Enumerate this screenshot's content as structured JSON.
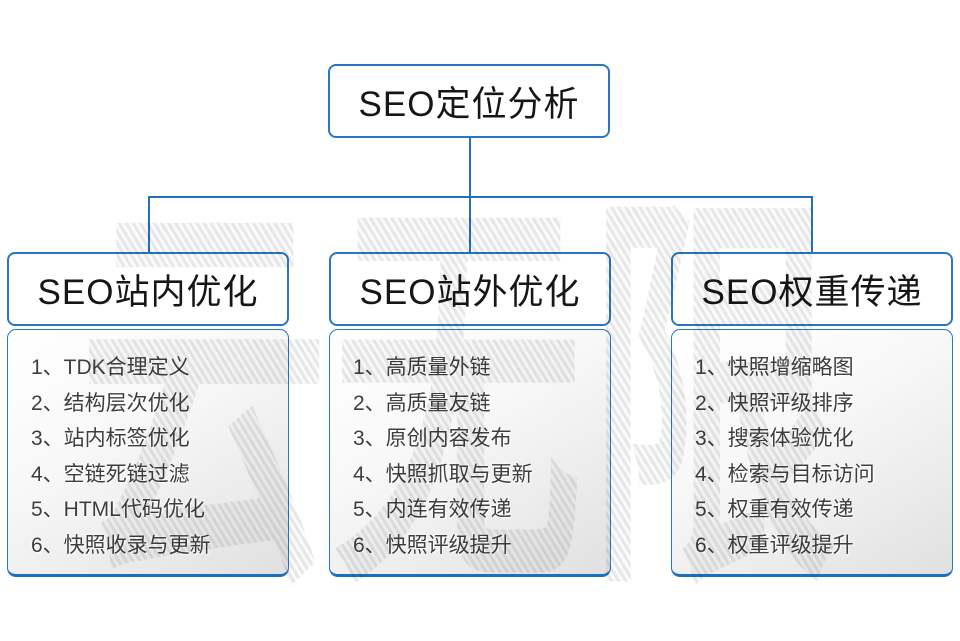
{
  "diagram": {
    "root": {
      "label": "SEO定位分析"
    },
    "columns": [
      {
        "header": "SEO站内优化",
        "items": [
          "1、TDK合理定义",
          "2、结构层次优化",
          "3、站内标签优化",
          "4、空链死链过滤",
          "5、HTML代码优化",
          "6、快照收录与更新"
        ]
      },
      {
        "header": "SEO站外优化",
        "items": [
          "1、高质量外链",
          "2、高质量友链",
          "3、原创内容发布",
          "4、快照抓取与更新",
          "5、内连有效传递",
          "6、快照评级提升"
        ]
      },
      {
        "header": "SEO权重传递",
        "items": [
          "1、快照增缩略图",
          "2、快照评级排序",
          "3、搜索体验优化",
          "4、检索与目标访问",
          "5、权重有效传递",
          "6、权重评级提升"
        ]
      }
    ],
    "watermark": "云无限",
    "colors": {
      "line_blue": "#2470bd",
      "border_blue": "#2b76c2",
      "panel_bottom_blue": "#1a70c0"
    }
  }
}
